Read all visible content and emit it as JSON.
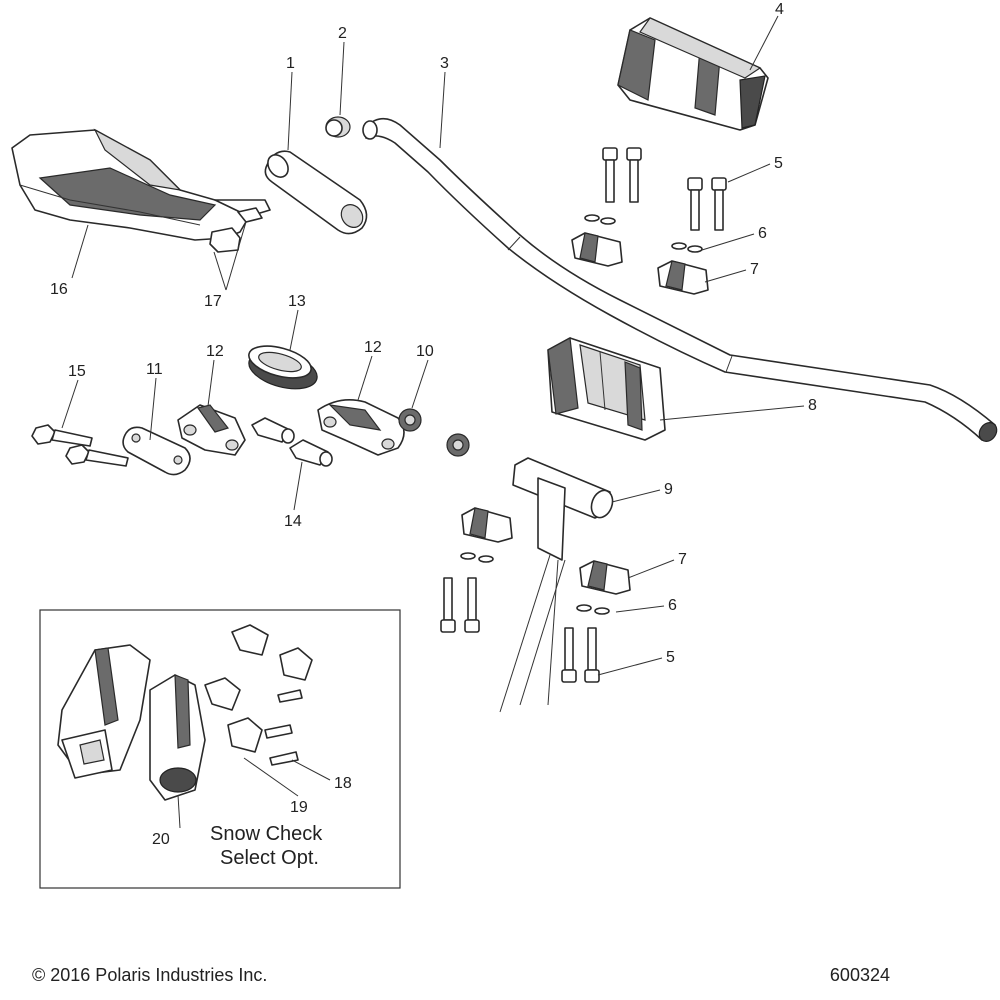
{
  "callouts": {
    "c1": "1",
    "c2": "2",
    "c3": "3",
    "c4": "4",
    "c5a": "5",
    "c5b": "5",
    "c6a": "6",
    "c6b": "6",
    "c7a": "7",
    "c7b": "7",
    "c8": "8",
    "c9": "9",
    "c10": "10",
    "c11": "11",
    "c12a": "12",
    "c12b": "12",
    "c13": "13",
    "c14": "14",
    "c15": "15",
    "c16": "16",
    "c17": "17",
    "c18": "18",
    "c19": "19",
    "c20": "20"
  },
  "inset": {
    "caption_line1": "Snow Check",
    "caption_line2": "Select Opt."
  },
  "footer": {
    "copyright": "© 2016 Polaris Industries Inc.",
    "figure_number": "600324"
  }
}
